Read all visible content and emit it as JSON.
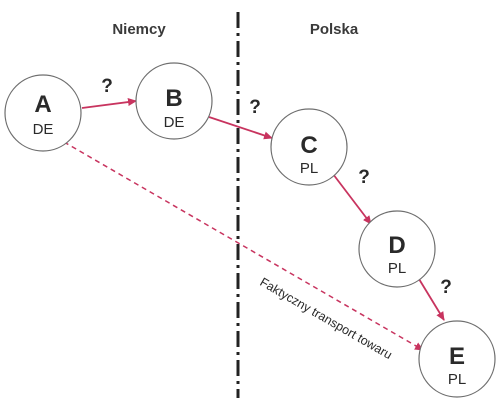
{
  "regions": {
    "left": "Niemcy",
    "right": "Polska"
  },
  "nodes": [
    {
      "id": "A",
      "letter": "A",
      "country": "DE"
    },
    {
      "id": "B",
      "letter": "B",
      "country": "DE"
    },
    {
      "id": "C",
      "letter": "C",
      "country": "PL"
    },
    {
      "id": "D",
      "letter": "D",
      "country": "PL"
    },
    {
      "id": "E",
      "letter": "E",
      "country": "PL"
    }
  ],
  "transactions": [
    {
      "from": "A",
      "to": "B",
      "label": "?"
    },
    {
      "from": "B",
      "to": "C",
      "label": "?"
    },
    {
      "from": "C",
      "to": "D",
      "label": "?"
    },
    {
      "from": "D",
      "to": "E",
      "label": "?"
    }
  ],
  "physical_transport": {
    "from": "A",
    "to": "E",
    "label": "Faktyczny transport towaru"
  },
  "colors": {
    "arrow": "#c8345f",
    "node_stroke": "#6e6e6e",
    "border_line": "#222222",
    "text": "#2a2a2a"
  }
}
